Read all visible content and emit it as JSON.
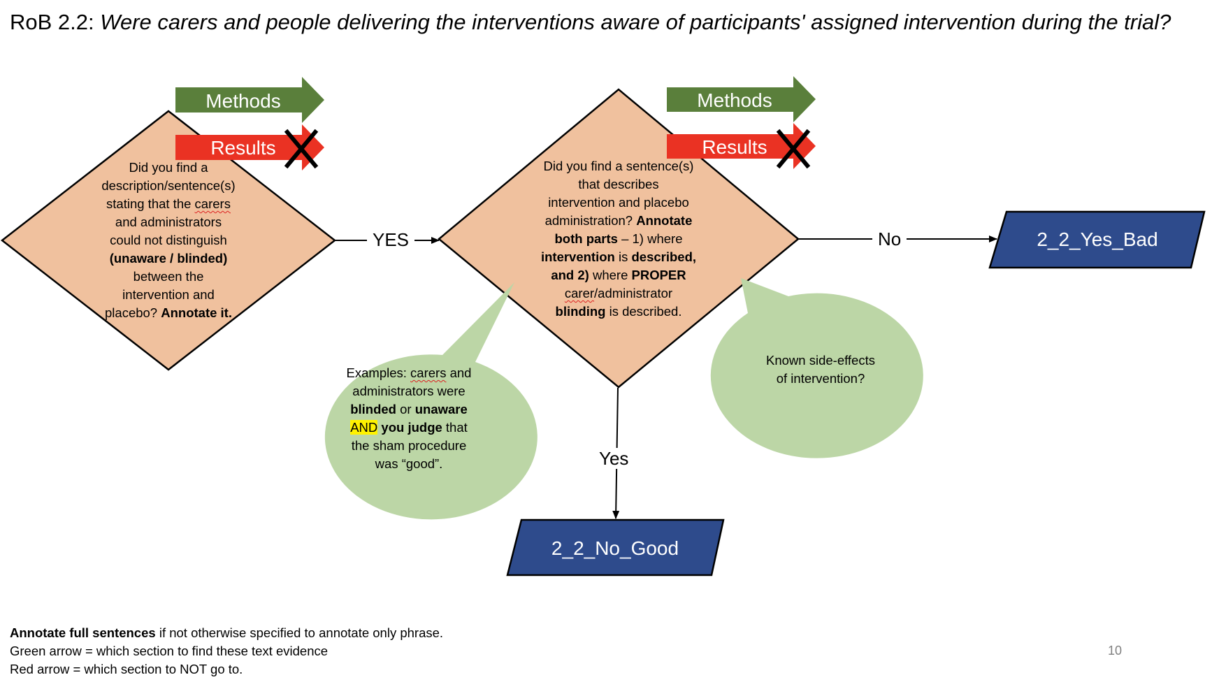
{
  "title": {
    "prefix": "RoB 2.2: ",
    "question": "Were carers and people delivering the interventions aware of participants' assigned intervention during the trial?"
  },
  "arrows": {
    "methods_label": "Methods",
    "results_label": "Results"
  },
  "diamond1": {
    "l1": "Did you find a",
    "l2": "description/sentence(s)",
    "l3a": "stating that the ",
    "l3b": "carers",
    "l4": "and administrators",
    "l5": "could not distinguish",
    "l6": "(unaware / blinded)",
    "l7": "between the",
    "l8": "intervention and",
    "l9a": "placebo? ",
    "l9b": "Annotate it."
  },
  "diamond2": {
    "l1": "Did you find a sentence(s)",
    "l2": "that describes",
    "l3": "intervention and placebo",
    "l4a": "administration? ",
    "l4b": "Annotate",
    "l5a": "both parts",
    "l5b": " – 1) where",
    "l6a": "intervention",
    "l6b": " is ",
    "l6c": "described,",
    "l7a": "and 2)",
    "l7b": " where ",
    "l7c": "PROPER",
    "l8a": "carer",
    "l8b": "/administrator",
    "l9a": "blinding",
    "l9b": " is described."
  },
  "bubble1": {
    "l1a": "Examples: ",
    "l1b": "carers",
    "l1c": " and",
    "l2": "administrators were",
    "l3a": "blinded",
    "l3b": " or ",
    "l3c": "unaware",
    "l4a": "AND",
    "l4b": " you judge",
    "l4c": " that",
    "l5": "the sham procedure",
    "l6": "was “good”."
  },
  "bubble2": {
    "l1": "Known side-effects",
    "l2": "of intervention?"
  },
  "edges": {
    "yes_upper": "YES",
    "no": "No",
    "yes_lower": "Yes"
  },
  "outcomes": {
    "yes_bad": "2_2_Yes_Bad",
    "no_good": "2_2_No_Good"
  },
  "footer": {
    "line1_bold": "Annotate full sentences",
    "line1_rest": " if not otherwise specified to annotate only phrase.",
    "line2": "Green arrow = which section to find these text evidence",
    "line3": "Red arrow = which section to NOT go to."
  },
  "page_number": "10",
  "colors": {
    "diamond_fill": "#f0c19e",
    "bubble_fill": "#bcd6a6",
    "methods_arrow": "#5a7f3b",
    "results_arrow": "#ea3223",
    "outcome_fill": "#2e4b8c",
    "highlight": "#fff200"
  },
  "icons": [
    "cross-mark-icon"
  ]
}
